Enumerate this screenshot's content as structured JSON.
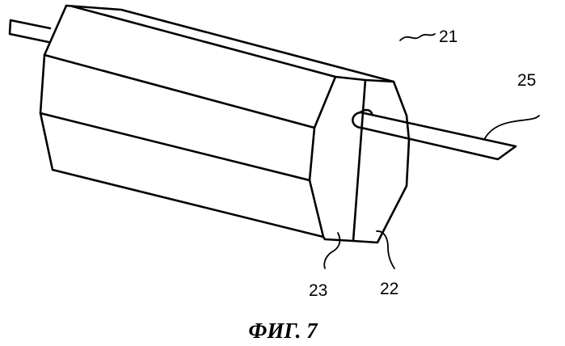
{
  "figure": {
    "caption": "ФИГ. 7",
    "labels": {
      "assembly": "21",
      "end_face_right": "22",
      "end_face_left": "23",
      "rod": "25"
    }
  }
}
